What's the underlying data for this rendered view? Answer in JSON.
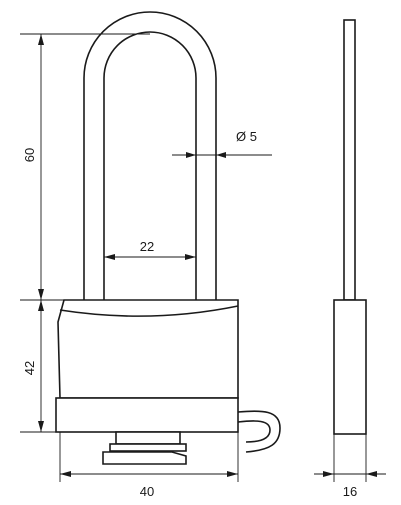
{
  "dimensions": {
    "shackle_height": "60",
    "body_height": "42",
    "shackle_diameter": "Ø 5",
    "shackle_inner_width": "22",
    "body_width": "40",
    "body_thickness": "16"
  }
}
